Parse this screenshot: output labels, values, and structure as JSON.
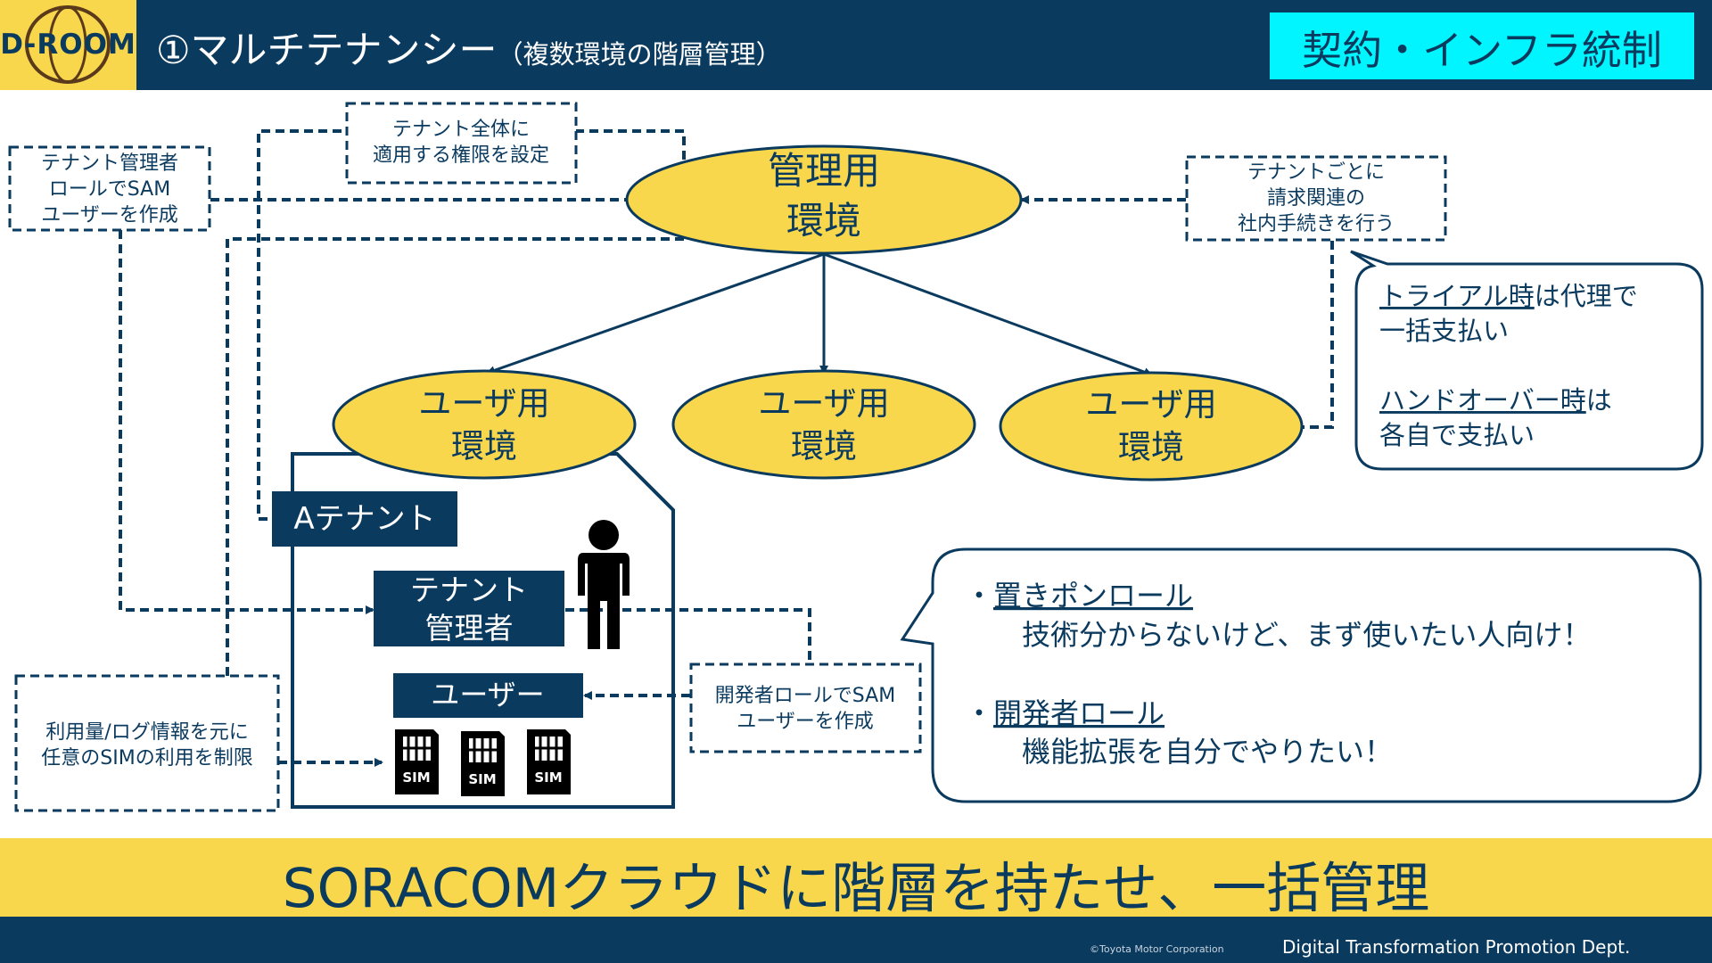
{
  "header": {
    "logo": "D-ROOM",
    "title": "①マルチテナンシー",
    "subtitle": "（複数環境の階層管理）",
    "tag": "契約・インフラ統制"
  },
  "diagram": {
    "mgmt_env": [
      "管理用",
      "環境"
    ],
    "user_envs": [
      [
        "ユーザ用",
        "環境"
      ],
      [
        "ユーザ用",
        "環境"
      ],
      [
        "ユーザ用",
        "環境"
      ]
    ],
    "tenant_label": "Aテナント",
    "tenant_admin": [
      "テナント",
      "管理者"
    ],
    "user_box": "ユーザー",
    "sim_label": "SIM",
    "notes": {
      "tenant_wide": [
        "テナント全体に",
        "適用する権限を設定"
      ],
      "admin_role": [
        "テナント管理者",
        "ロールでSAM",
        "ユーザーを作成"
      ],
      "billing": [
        "テナントごとに",
        "請求関連の",
        "社内手続きを行う"
      ],
      "usage": [
        "利用量/ログ情報を元に",
        "任意のSIMの利用を制限"
      ],
      "dev_role": [
        "開発者ロールでSAM",
        "ユーザーを作成"
      ]
    },
    "payment_bubble": {
      "line1_u": "トライアル時",
      "line1_rest": "は代理で",
      "line2": "一括支払い",
      "line3_u": "ハンドオーバー時",
      "line3_rest": "は",
      "line4": "各自で支払い"
    },
    "role_bubble": {
      "role1_prefix": "・",
      "role1": "置きポンロール",
      "role1_desc": "技術分からないけど、まず使いたい人向け！",
      "role2_prefix": "・",
      "role2": "開発者ロール",
      "role2_desc": "機能拡張を自分でやりたい！"
    }
  },
  "banner": "SORACOMクラウドに階層を持たせ、一括管理",
  "footer": {
    "copyright": "©Toyota Motor Corporation",
    "dept": "Digital Transformation Promotion Dept."
  },
  "colors": {
    "navy": "#0b3a5f",
    "yellow": "#f8d74c",
    "cyan": "#00f5ff"
  }
}
